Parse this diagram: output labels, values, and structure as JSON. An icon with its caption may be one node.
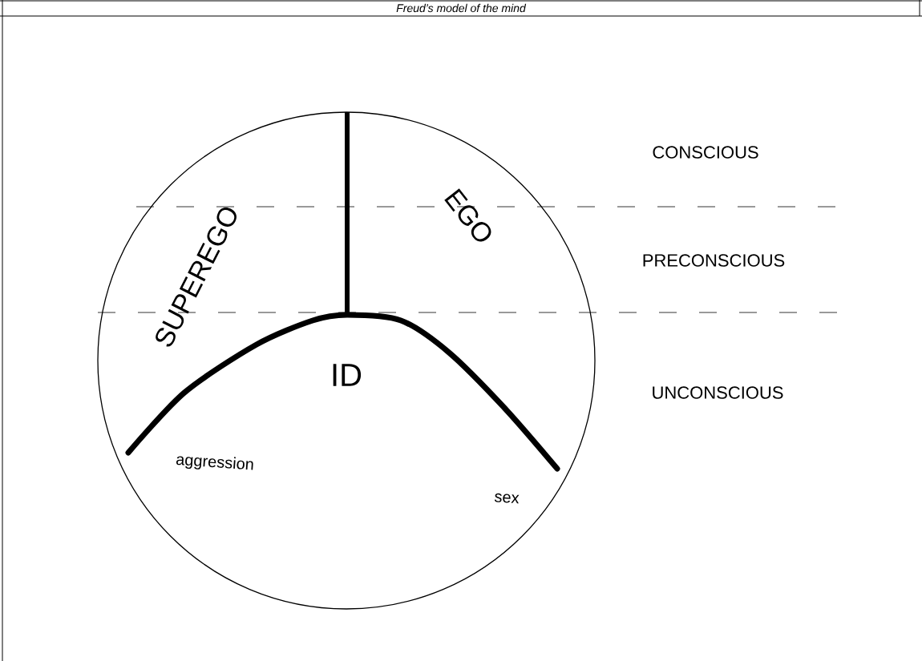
{
  "diagram": {
    "title": "Freud’s model of the mind",
    "labels": [
      "SUPEREGO",
      "EGO",
      "CONSCIOUS",
      "PRECONSCIOUS",
      "ID",
      "UNCONSCIOUS",
      "aggression",
      "sex"
    ]
  }
}
